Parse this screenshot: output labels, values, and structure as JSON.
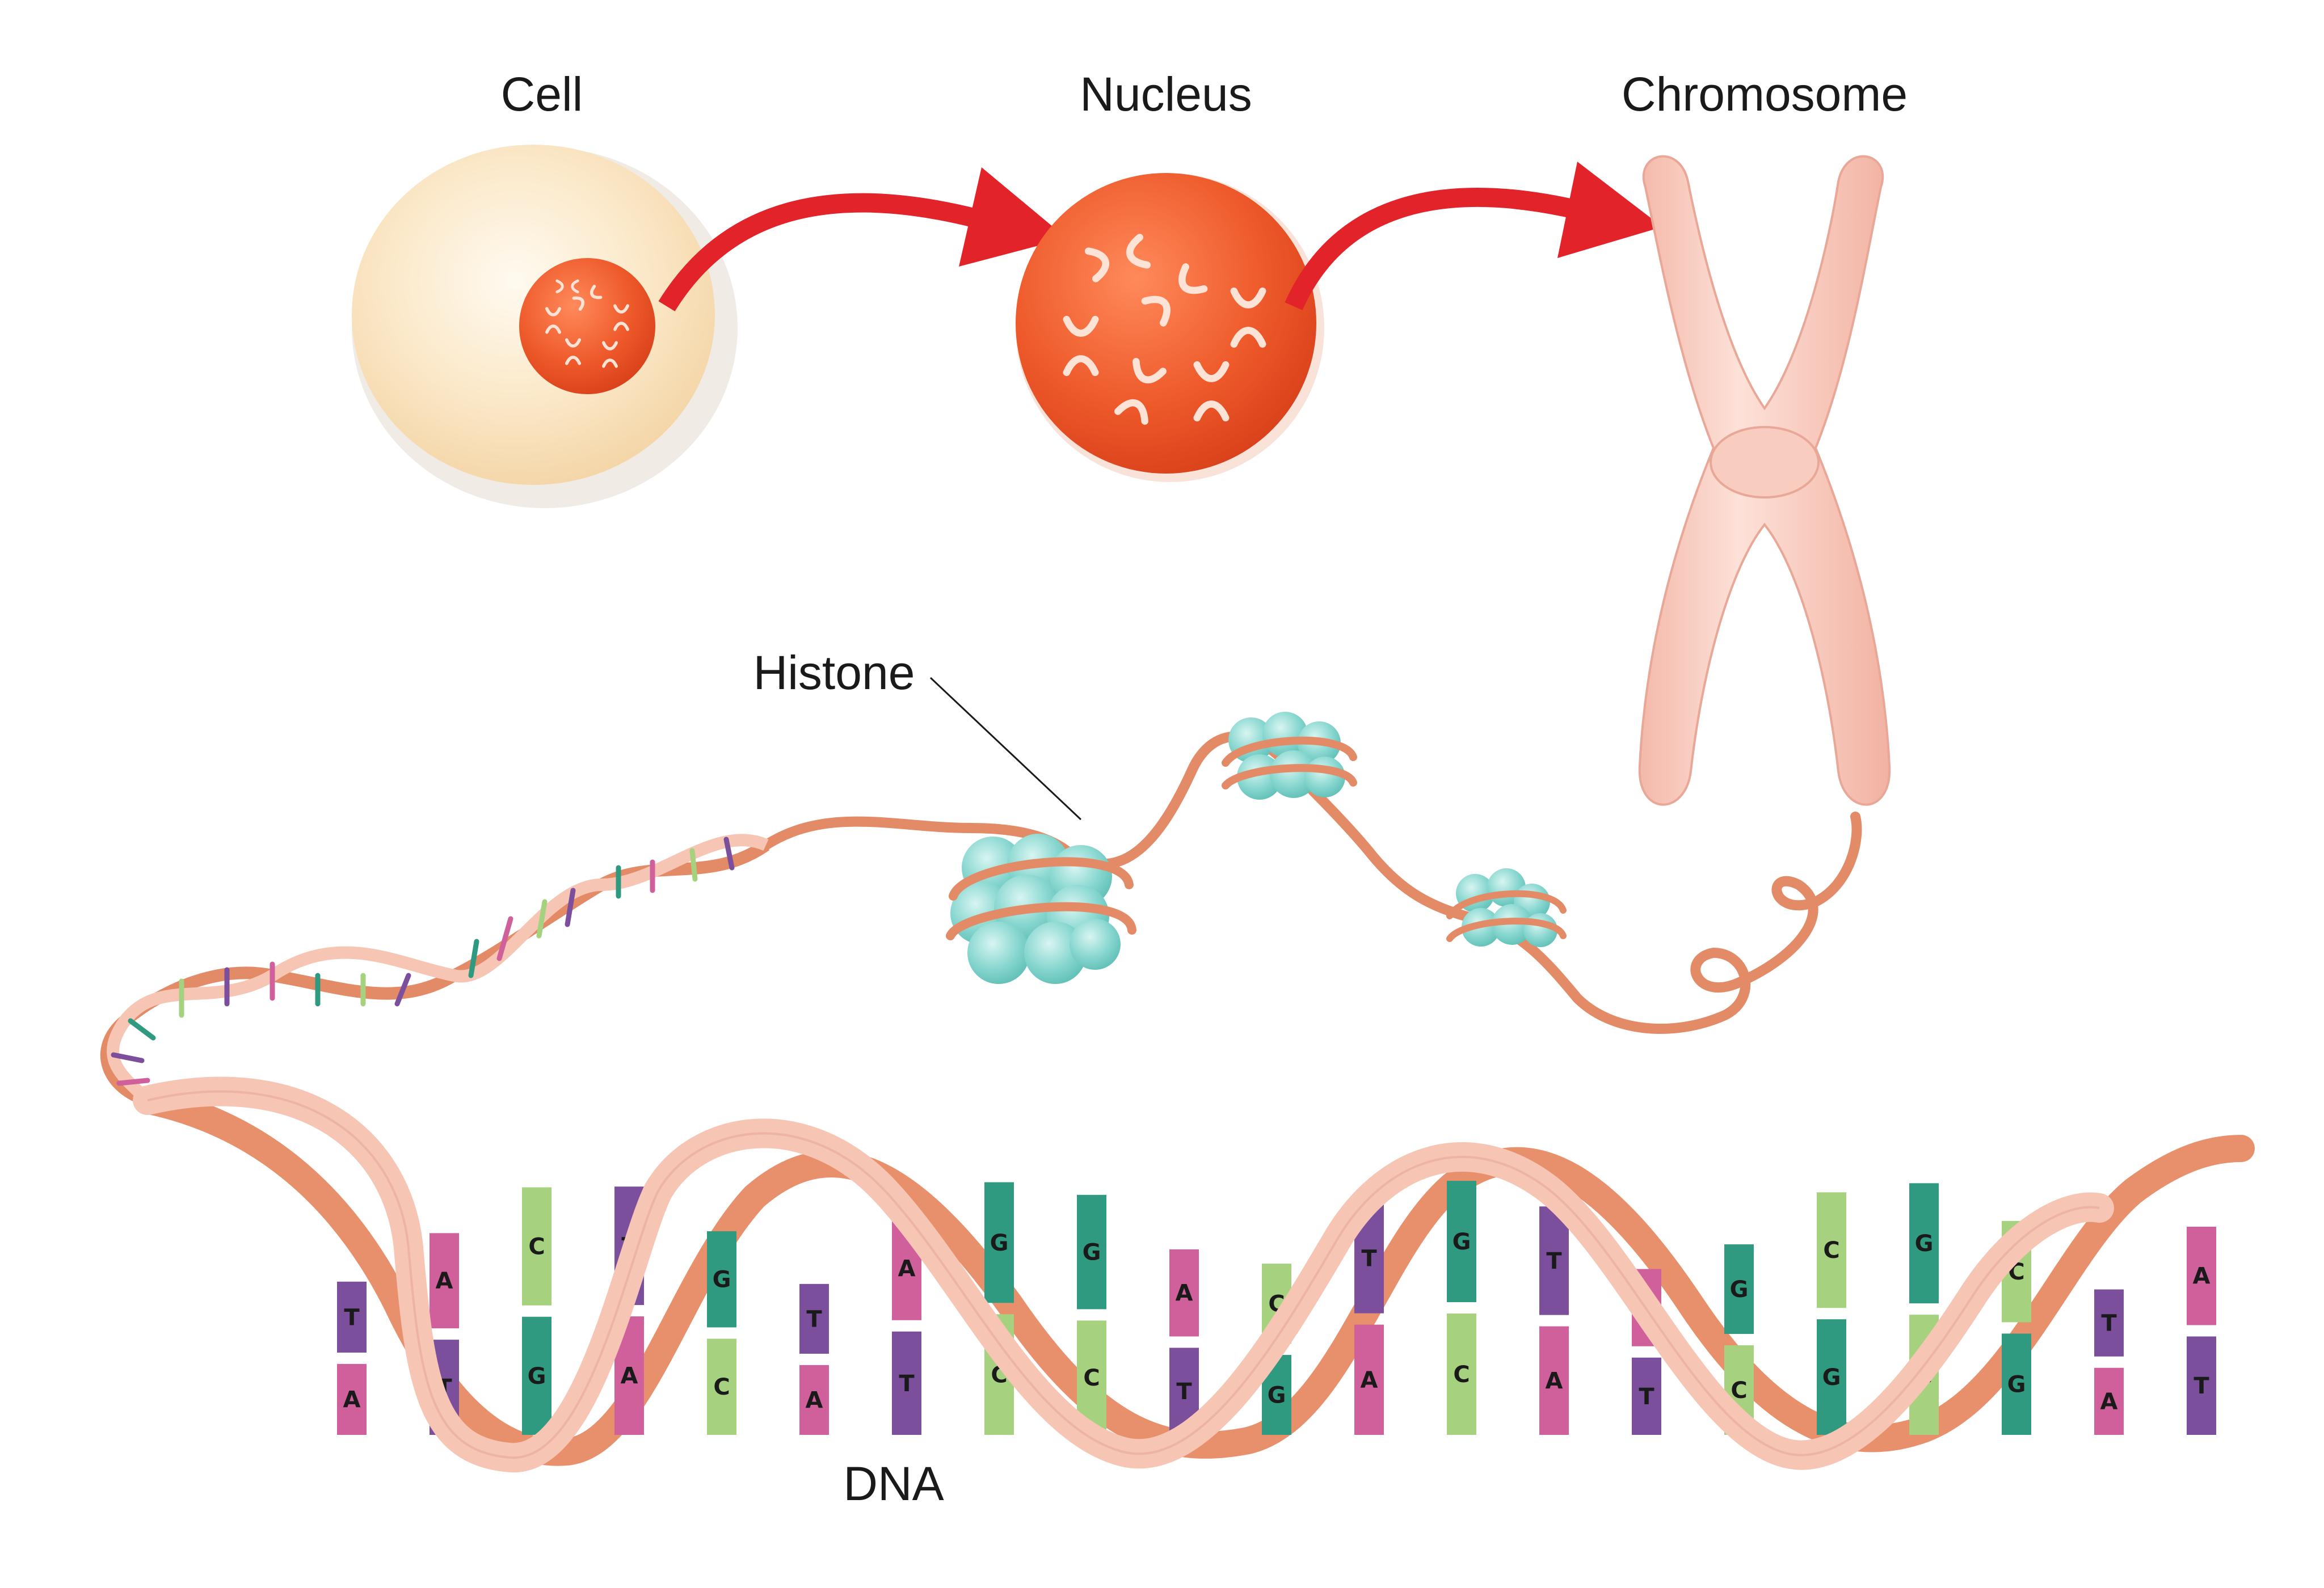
{
  "labels": {
    "cell": "Cell",
    "nucleus": "Nucleus",
    "chromosome": "Chromosome",
    "histone": "Histone",
    "dna": "DNA"
  },
  "colors": {
    "arrow": "#e3232a",
    "cell_body": "#fbe6c4",
    "nucleus": "#ef5a2c",
    "chromosome": "#f8cbc0",
    "strand_front": "#f6c5b4",
    "strand_back": "#e8906c",
    "histone": "#7fd3cc",
    "base_T": "#7b4f9c",
    "base_A": "#d0609b",
    "base_G": "#2f9a80",
    "base_C": "#a6d27f"
  },
  "base_pairs": [
    {
      "top": "T",
      "bottom": "A"
    },
    {
      "top": "A",
      "bottom": "T"
    },
    {
      "top": "C",
      "bottom": "G"
    },
    {
      "top": "T",
      "bottom": "A"
    },
    {
      "top": "G",
      "bottom": "C"
    },
    {
      "top": "T",
      "bottom": "A"
    },
    {
      "top": "A",
      "bottom": "T"
    },
    {
      "top": "G",
      "bottom": "C"
    },
    {
      "top": "G",
      "bottom": "C"
    },
    {
      "top": "A",
      "bottom": "T"
    },
    {
      "top": "C",
      "bottom": "G"
    },
    {
      "top": "T",
      "bottom": "A"
    },
    {
      "top": "G",
      "bottom": "C"
    },
    {
      "top": "T",
      "bottom": "A"
    },
    {
      "top": "A",
      "bottom": "T"
    },
    {
      "top": "G",
      "bottom": "C"
    },
    {
      "top": "C",
      "bottom": "G"
    },
    {
      "top": "G",
      "bottom": "C"
    },
    {
      "top": "C",
      "bottom": "G"
    },
    {
      "top": "T",
      "bottom": "A"
    },
    {
      "top": "A",
      "bottom": "T"
    }
  ]
}
